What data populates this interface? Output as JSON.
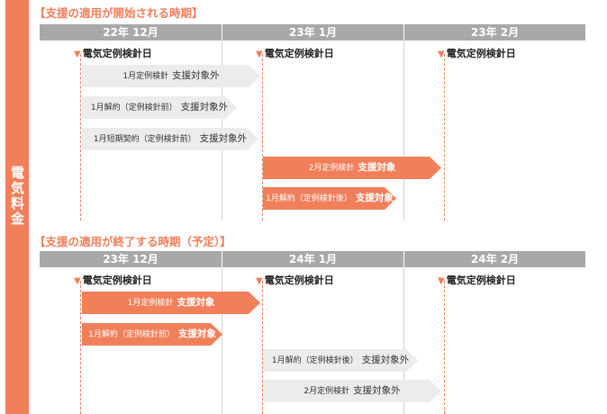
{
  "side_label": "電気料金",
  "common": {
    "event_label": "電気定例検針日"
  },
  "sections": [
    {
      "title": "【支援の適用が開始される時期】",
      "months": [
        "22年 12月",
        "23年 1月",
        "23年 2月"
      ],
      "rows": [
        {
          "left": "1月定例検針",
          "right": "支援対象外",
          "style": "gray"
        },
        {
          "left": "1月解約（定例検針前）",
          "right": "支援対象外",
          "style": "gray"
        },
        {
          "left": "1月短期契約（定例検針前）",
          "right": "支援対象外",
          "style": "gray"
        },
        {
          "left": "2月定例検針",
          "right": "支援対象",
          "style": "orange"
        },
        {
          "left": "1月解約（定例検針後）",
          "right": "支援対象",
          "style": "orange"
        }
      ]
    },
    {
      "title": "【支援の適用が終了する時期（予定）】",
      "months": [
        "23年 12月",
        "24年 1月",
        "24年 2月"
      ],
      "rows": [
        {
          "left": "1月定例検針",
          "right": "支援対象",
          "style": "orange"
        },
        {
          "left": "1月解約（定例検針前）",
          "right": "支援対象",
          "style": "orange"
        },
        {
          "left": "1月解約（定例検針後）",
          "right": "支援対象外",
          "style": "gray"
        },
        {
          "left": "2月定例検針",
          "right": "支援対象外",
          "style": "gray"
        }
      ]
    }
  ],
  "colors": {
    "accent": "#f07f5a",
    "header": "#a8a8a8",
    "gray_arrow": "#ececec"
  }
}
